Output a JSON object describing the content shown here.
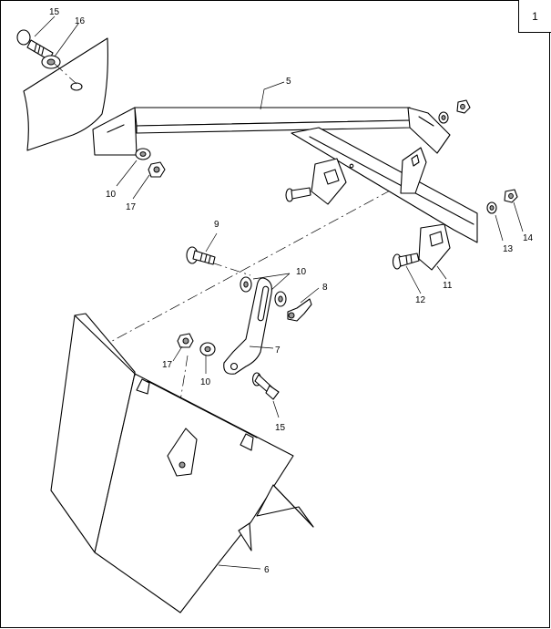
{
  "sheet_number": "1",
  "callouts": [
    {
      "id": "c15a",
      "text": "15"
    },
    {
      "id": "c16",
      "text": "16"
    },
    {
      "id": "c5",
      "text": "5"
    },
    {
      "id": "c10a",
      "text": "10"
    },
    {
      "id": "c17a",
      "text": "17"
    },
    {
      "id": "c9",
      "text": "9"
    },
    {
      "id": "c10b",
      "text": "10"
    },
    {
      "id": "c8",
      "text": "8"
    },
    {
      "id": "c7",
      "text": "7"
    },
    {
      "id": "c17b",
      "text": "17"
    },
    {
      "id": "c10c",
      "text": "10"
    },
    {
      "id": "c15b",
      "text": "15"
    },
    {
      "id": "c14",
      "text": "14"
    },
    {
      "id": "c13",
      "text": "13"
    },
    {
      "id": "c12",
      "text": "12"
    },
    {
      "id": "c11",
      "text": "11"
    },
    {
      "id": "c6",
      "text": "6"
    }
  ]
}
